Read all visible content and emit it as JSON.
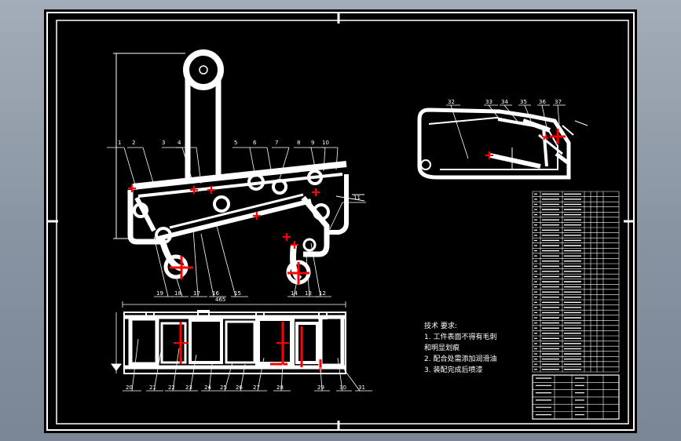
{
  "technical_requirements": {
    "heading": "技术 要求:",
    "lines": [
      "1. 工件表面不得有毛刺",
      "和明显划痕",
      "2. 配合处需添加润滑油",
      "3. 装配完成后喷漆"
    ]
  },
  "dimensions": {
    "top_width": "465"
  },
  "balloons": {
    "front": [
      "1",
      "2",
      "3",
      "4",
      "5",
      "6",
      "7",
      "8",
      "9",
      "10",
      "11"
    ],
    "front_bottom": [
      "19",
      "18",
      "17",
      "16",
      "15",
      "14",
      "13",
      "12"
    ],
    "top_view": [
      "20",
      "21",
      "22",
      "23",
      "24",
      "25",
      "26",
      "27",
      "28",
      "29",
      "30",
      "31"
    ],
    "side_view": [
      "32",
      "33",
      "34",
      "35",
      "36",
      "37"
    ]
  },
  "colors": {
    "background": "#000000",
    "lines": "#ffffff",
    "center_marks": "#ff0000",
    "frame_outer": "#8d99a6"
  }
}
